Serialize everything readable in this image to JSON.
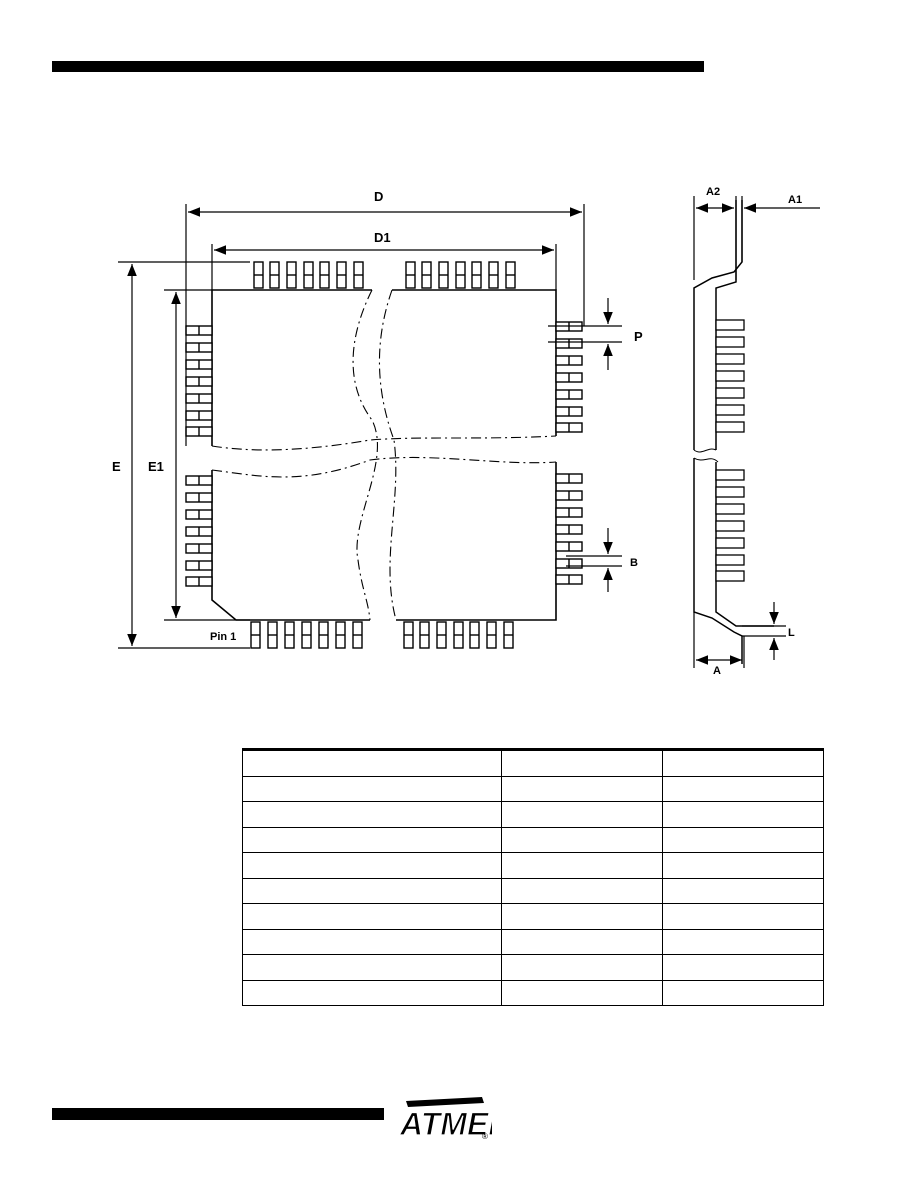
{
  "drawing": {
    "labels": {
      "d": "D",
      "d1": "D1",
      "e": "E",
      "e1": "E1",
      "p": "P",
      "b": "B",
      "pin1": "Pin 1",
      "a2": "A2",
      "a1": "A1",
      "l": "L",
      "a": "A"
    }
  },
  "table": {
    "rows": [
      [
        "",
        "",
        ""
      ],
      [
        "",
        "",
        ""
      ],
      [
        "",
        "",
        ""
      ],
      [
        "",
        "",
        ""
      ],
      [
        "",
        "",
        ""
      ],
      [
        "",
        "",
        ""
      ],
      [
        "",
        "",
        ""
      ],
      [
        "",
        "",
        ""
      ],
      [
        "",
        "",
        ""
      ],
      [
        "",
        "",
        ""
      ]
    ]
  },
  "footer": {
    "logo_text": "ATMEL",
    "logo_mark": "®",
    "logo_icon": "atmel-logo"
  },
  "colors": {
    "ink": "#000000",
    "paper": "#ffffff"
  }
}
